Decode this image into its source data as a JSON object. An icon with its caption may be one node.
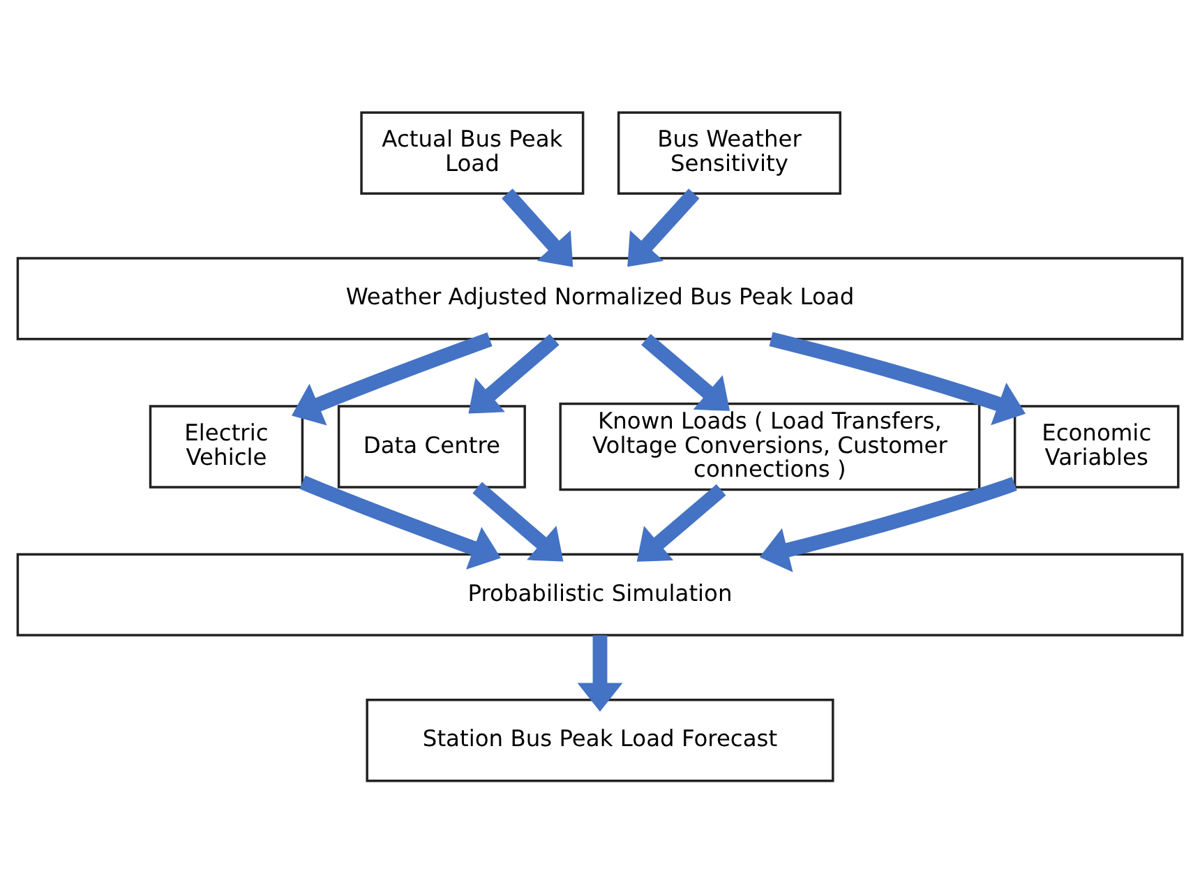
{
  "diagram": {
    "nodes": [
      {
        "text": [
          "Actual Bus Peak Load"
        ]
      },
      {
        "text": [
          "Bus Weather Sensitivity"
        ]
      },
      {
        "text": [
          "Weather Adjusted Normalized Bus Peak Load"
        ]
      },
      {
        "text": [
          "Electric Vehicle"
        ]
      },
      {
        "text": [
          "Data Centre"
        ]
      },
      {
        "text": [
          "Known Loads ( Load Transfers, Voltage Conversions, Customer connections )"
        ]
      },
      {
        "text": [
          "Economic Variables"
        ]
      },
      {
        "text": [
          "Probabilistic Simulation"
        ]
      },
      {
        "text": [
          "Station Bus Peak Load Forecast"
        ]
      }
    ],
    "edges": [
      {
        "from": 0,
        "to": 2,
        "arrow": "to"
      },
      {
        "from": 1,
        "to": 2,
        "arrow": "to"
      },
      {
        "from": 2,
        "to": 3,
        "arrow": "to"
      },
      {
        "from": 2,
        "to": 4,
        "arrow": "to"
      },
      {
        "from": 2,
        "to": 5,
        "arrow": "to"
      },
      {
        "from": 2,
        "to": 6,
        "arrow": "to"
      },
      {
        "from": 3,
        "to": 7,
        "arrow": "to"
      },
      {
        "from": 4,
        "to": 7,
        "arrow": "to"
      },
      {
        "from": 5,
        "to": 7,
        "arrow": "to"
      },
      {
        "from": 6,
        "to": 7,
        "arrow": "to"
      },
      {
        "from": 7,
        "to": 8,
        "arrow": "to"
      }
    ]
  }
}
